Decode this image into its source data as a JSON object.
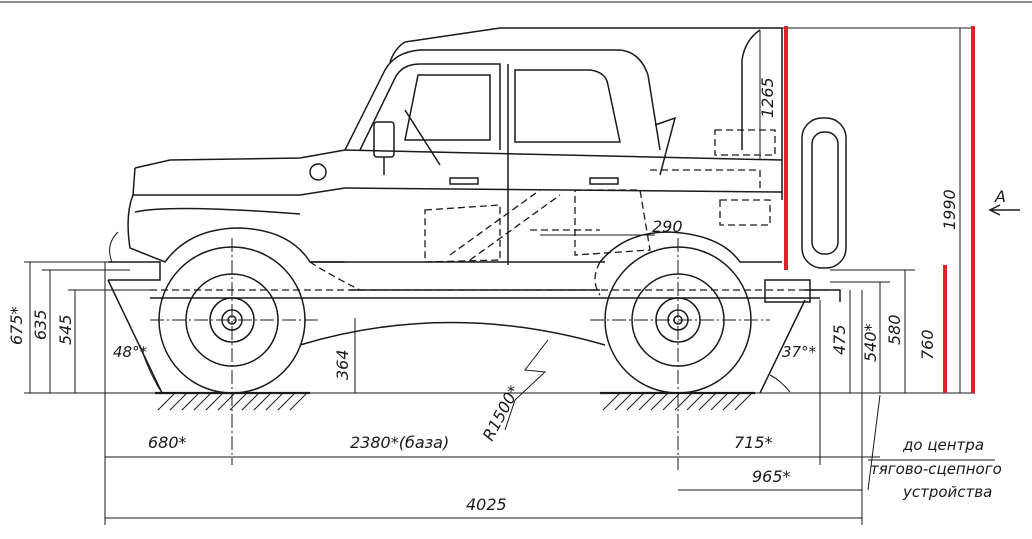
{
  "dimensions": {
    "height_total": "1990",
    "roof_height": "1265",
    "rear_height_760": "760",
    "frame_580": "580",
    "frame_540": "540*",
    "frame_475": "475",
    "front_675": "675*",
    "front_635": "635",
    "front_545": "545",
    "ground_364": "364",
    "angle_front": "48°*",
    "angle_rear": "37°*",
    "overhang_front": "680*",
    "wheelbase": "2380*(база)",
    "overhang_rear": "715*",
    "to_hitch": "965*",
    "length": "4025",
    "radius": "R1500*",
    "inner_290": "290",
    "view_arrow": "A"
  },
  "note": {
    "line1": "до центра",
    "line2": "тягово-сцепного",
    "line3": "устройства"
  },
  "colors": {
    "drawing": "#1a1a1a",
    "highlight": "#e0202a"
  }
}
